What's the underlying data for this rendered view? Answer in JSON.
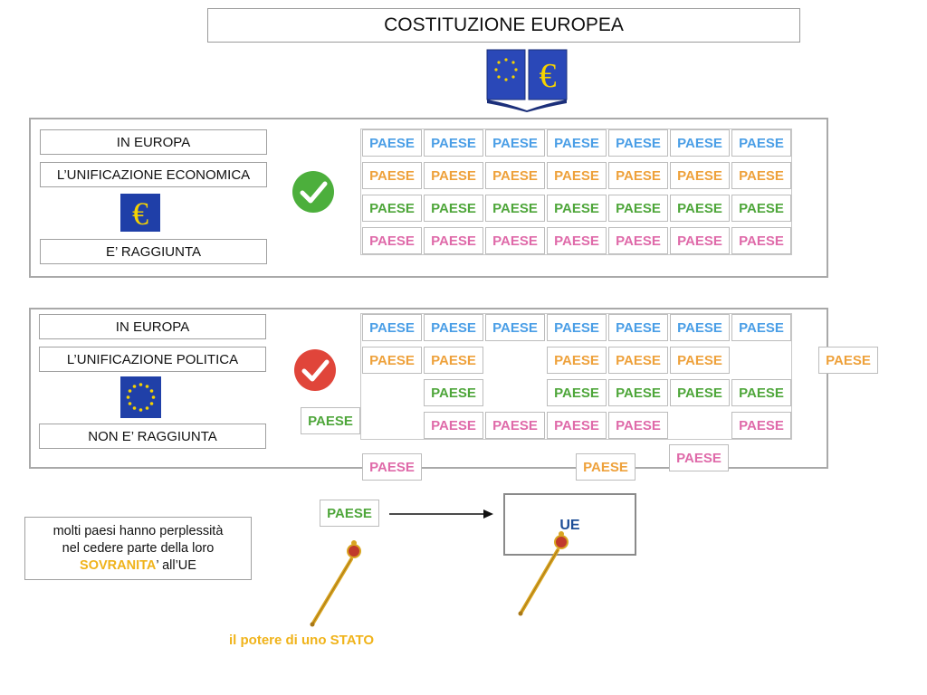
{
  "title": "COSTITUZIONE EUROPEA",
  "cell_label": "PAESE",
  "colors": {
    "blue": "#4a9ee6",
    "orange": "#eea13b",
    "green": "#4ea63a",
    "pink": "#df6aa9",
    "check_green": "#4caf3c",
    "check_red": "#e0453a",
    "eu_blue": "#1f3fa8",
    "gold": "#f0b31a",
    "ue_text": "#1d4e97"
  },
  "economic": {
    "label1": "IN EUROPA",
    "label2": "L’UNIFICAZIONE ECONOMICA",
    "label3": "E’ RAGGIUNTA",
    "icon": "euro-symbol-icon",
    "status_icon": "green-checkmark-icon"
  },
  "political": {
    "label1": "IN EUROPA",
    "label2": "L’UNIFICAZIONE POLITICA",
    "label3": "NON E’ RAGGIUNTA",
    "icon": "eu-flag-icon",
    "status_icon": "red-checkmark-icon"
  },
  "note": {
    "line1": "molti paesi hanno perplessità",
    "line2": "nel cedere parte della loro",
    "sovereignty": "SOVRANITA",
    "tail": "’ all’UE"
  },
  "transfer": {
    "from": "PAESE",
    "to": "UE",
    "caption": "il potere di uno STATO",
    "scepter_icon": "scepter-icon",
    "arrow_icon": "arrow-right-icon"
  }
}
